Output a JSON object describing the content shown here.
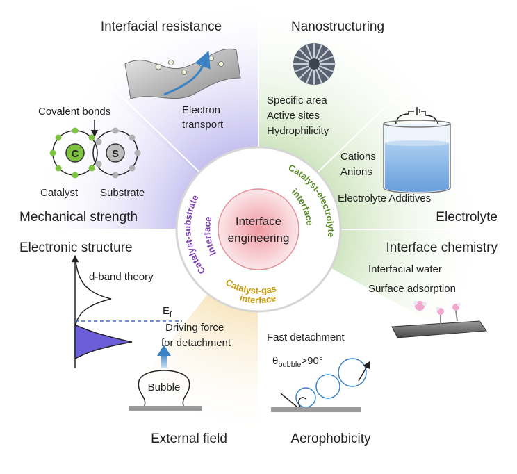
{
  "center": {
    "line1": "Interface",
    "line2": "engineering"
  },
  "ring": {
    "left": {
      "line1": "Catalyst-substrate",
      "line2": "interface",
      "color": "#7a3fb0"
    },
    "right": {
      "line1": "Catalyst-electrolyte",
      "line2": "interface",
      "color": "#5a8a2a"
    },
    "bottom": {
      "line1": "Catalyst-gas",
      "line2": "interface",
      "color": "#c79a10"
    }
  },
  "sectors": {
    "interfacial_resistance": {
      "title": "Interfacial resistance",
      "note1": "Electron",
      "note2": "transport"
    },
    "nanostructuring": {
      "title": "Nanostructuring",
      "items": [
        "Specific area",
        "Active sites",
        "Hydrophilicity"
      ]
    },
    "mechanical_strength": {
      "title": "Mechanical strength",
      "covalent": "Covalent bonds",
      "catalyst": "Catalyst",
      "substrate": "Substrate",
      "c_letter": "C",
      "s_letter": "S"
    },
    "electrolyte": {
      "title": "Electrolyte",
      "items": [
        "Cations",
        "Anions"
      ],
      "additives": "Electrolyte Additives"
    },
    "electronic_structure": {
      "title": "Electronic structure",
      "theory": "d-band theory",
      "fermi": "E",
      "fermi_sub": "f"
    },
    "interface_chemistry": {
      "title": "Interface chemistry",
      "items": [
        "Interfacial water",
        "Surface adsorption"
      ]
    },
    "external_field": {
      "title": "External field",
      "note1": "Driving force",
      "note2": "for detachment",
      "bubble": "Bubble"
    },
    "aerophobicity": {
      "title": "Aerophobicity",
      "note": "Fast detachment",
      "theta": "θ",
      "theta_sub": "bubble",
      "theta_rest": ">90°"
    }
  },
  "colors": {
    "purple_sector": "#c9c3ef",
    "green_sector": "#cfe6c0",
    "yellow_sector": "#f7e3b8",
    "center_pink": "#f6c5c8",
    "ring_stroke": "#cfcfcf",
    "accent_green": "#7ec242",
    "accent_blue": "#3a82c4",
    "band_purple": "#6a5fd8"
  }
}
